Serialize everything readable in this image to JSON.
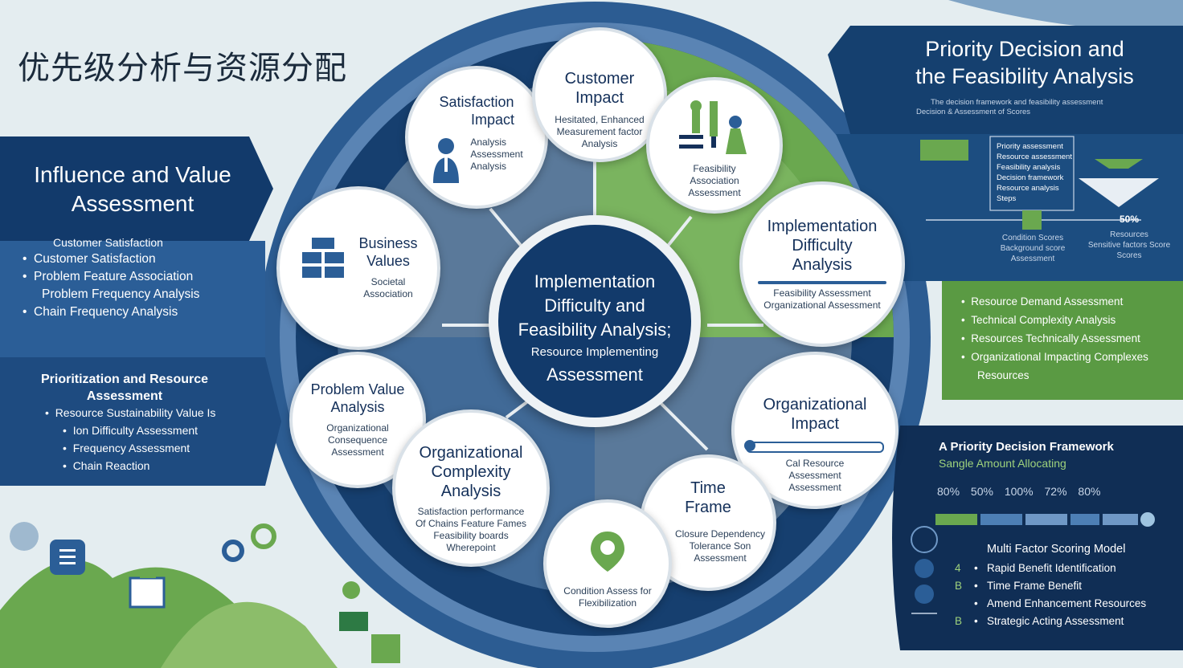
{
  "page_title": "优先级分析与资源分配",
  "left_panel": {
    "title_line1": "Influence and Value",
    "title_line2": "Assessment",
    "items": [
      "Customer Satisfaction",
      "Customer Satisfaction",
      "Problem Feature Association",
      "Problem Frequency Analysis",
      "Chain Frequency Analysis"
    ]
  },
  "left_panel2": {
    "title_line1": "Prioritization and Resource",
    "title_line2": "Assessment",
    "items": [
      "Resource Sustainability Value Is",
      "Ion Difficulty Assessment",
      "Frequency Assessment",
      "Chain Reaction"
    ]
  },
  "circles": {
    "satisfaction": {
      "head1": "Satisfaction",
      "head2": "Impact",
      "b1": "Analysis",
      "b2": "Assessment",
      "b3": "Analysis"
    },
    "customer": {
      "head1": "Customer",
      "head2": "Impact",
      "b1": "Hesitated, Enhanced",
      "b2": "Measurement factor",
      "b3": "Analysis"
    },
    "feasibility": {
      "b1": "Feasibility",
      "b2": "Association",
      "b3": "Assessment"
    },
    "business": {
      "head1": "Business",
      "head2": "Values",
      "b1": "Societal",
      "b2": "Association"
    },
    "implementation": {
      "head1": "Implementation",
      "head2": "Difficulty",
      "head3": "Analysis",
      "b1": "Feasibility Assessment",
      "b2": "Organizational Assessment"
    },
    "problem_value": {
      "head1": "Problem Value",
      "head2": "Analysis",
      "b1": "Organizational",
      "b2": "Consequence",
      "b3": "Assessment"
    },
    "org_complexity": {
      "head1": "Organizational",
      "head2": "Complexity",
      "head3": "Analysis",
      "b1": "Satisfaction performance",
      "b2": "Of Chains Feature Fames",
      "b3": "Feasibility boards",
      "b4": "Wherepoint"
    },
    "org_impact": {
      "head1": "Organizational",
      "head2": "Impact",
      "b1": "Cal Resource",
      "b2": "Assessment",
      "b3": "Assessment"
    },
    "time_frame": {
      "head1": "Time",
      "head2": "Frame",
      "b1": "Closure Dependency",
      "b2": "Tolerance Son",
      "b3": "Assessment"
    },
    "bottom": {
      "b1": "Condition Assess for",
      "b2": "Flexibilization"
    }
  },
  "center": {
    "line1": "Implementation",
    "line2": "Difficulty and",
    "line3": "Feasibility Analysis;",
    "line4": "Resource Implementing",
    "line5": "Assessment"
  },
  "right_top": {
    "title_line1": "Priority Decision and",
    "title_line2": "the Feasibility Analysis",
    "sub1": "The decision framework and feasibility assessment",
    "sub2": "Decision & Assessment of Scores",
    "box_lines": [
      "Priority assessment",
      "Resource assessment",
      "Feasibility analysis",
      "Decision framework",
      "Resource analysis",
      "Steps"
    ],
    "label_left1": "Condition Scores",
    "label_left2": "Background score",
    "label_left3": "Assessment",
    "score": "50%",
    "label_right1": "Resources",
    "label_right2": "Sensitive factors Score",
    "label_right3": "Scores"
  },
  "right_mid": {
    "items": [
      "Resource Demand Assessment",
      "Technical Complexity Analysis",
      "Resources Technically Assessment",
      "Organizational Impacting Complexes",
      "Resources"
    ]
  },
  "right_bottom": {
    "title": "A Priority Decision Framework",
    "subtitle": "Sangle Amount Allocating",
    "percents": "80% 50% 100% 72% 80%",
    "model_title": "Multi Factor Scoring Model",
    "rows": [
      {
        "num": "4",
        "text": "Rapid Benefit Identification"
      },
      {
        "num": "B",
        "text": "Time Frame Benefit"
      },
      {
        "num": "",
        "text": "Amend Enhancement Resources"
      },
      {
        "num": "B",
        "text": "Strategic Acting Assessment"
      }
    ]
  },
  "colors": {
    "navy": "#123a6b",
    "green": "#6aa84f",
    "blue": "#2b5e97",
    "light": "#e4edf0"
  },
  "icons": [
    "person-icon",
    "building-icon",
    "tool-icons",
    "location-pin-icon",
    "document-icon",
    "scale-icon"
  ]
}
